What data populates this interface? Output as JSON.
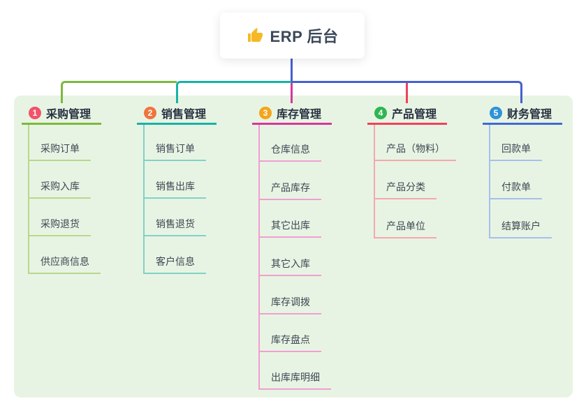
{
  "root": {
    "label": "ERP 后台",
    "icon": "thumbs-up-icon"
  },
  "panel": {
    "background": "#e8f4e3"
  },
  "connector_colors": {
    "root_stem": "#4560cf",
    "bus_left": "#7cb93e",
    "bus_middle": "#17b3a6",
    "bus_right": "#4560cf"
  },
  "branches": [
    {
      "num": "1",
      "label": "采购管理",
      "badge_color": "#f2526b",
      "line_color": "#7cb93e",
      "child_line_color": "#b5d98b",
      "children": [
        "采购订单",
        "采购入库",
        "采购退货",
        "供应商信息"
      ]
    },
    {
      "num": "2",
      "label": "销售管理",
      "badge_color": "#ee7540",
      "line_color": "#17b3a6",
      "child_line_color": "#7fd2c8",
      "children": [
        "销售订单",
        "销售出库",
        "销售退货",
        "客户信息"
      ]
    },
    {
      "num": "3",
      "label": "库存管理",
      "badge_color": "#f3a51c",
      "line_color": "#d6379d",
      "child_line_color": "#ef9fd2",
      "children": [
        "仓库信息",
        "产品库存",
        "其它出库",
        "其它入库",
        "库存调拨",
        "库存盘点",
        "出库库明细"
      ]
    },
    {
      "num": "4",
      "label": "产品管理",
      "badge_color": "#2fb552",
      "line_color": "#f2405e",
      "child_line_color": "#f6a6ae",
      "children": [
        "产品（物料）",
        "产品分类",
        "产品单位"
      ]
    },
    {
      "num": "5",
      "label": "财务管理",
      "badge_color": "#2e93d8",
      "line_color": "#3f6ad4",
      "child_line_color": "#a6bfec",
      "children": [
        "回款单",
        "付款单",
        "结算账户"
      ]
    }
  ]
}
